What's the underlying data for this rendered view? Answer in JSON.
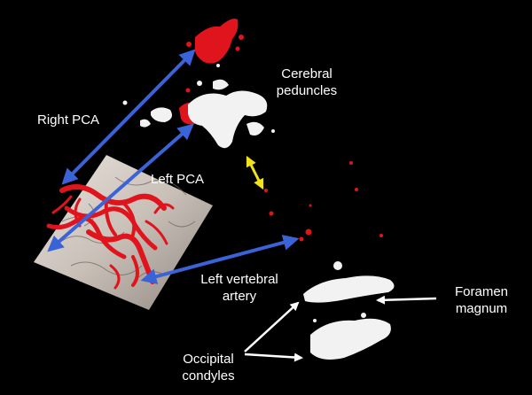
{
  "labels": {
    "cerebral_peduncles": [
      "Cerebral",
      "peduncles"
    ],
    "right_pca": "Right PCA",
    "left_pca": "Left PCA",
    "left_vertebral_artery": [
      "Left vertebral",
      "artery"
    ],
    "foramen_magnum": [
      "Foramen",
      "magnum"
    ],
    "occipital_condyles": [
      "Occipital",
      "condyles"
    ]
  },
  "colors": {
    "background": "#000000",
    "vessel_red": "#e0141c",
    "bone_white": "#f2f2f2",
    "pointer_blue": "#3b63d8",
    "pointer_yellow": "#f2e21a",
    "pointer_white": "#ffffff",
    "label_text": "#ffffff"
  }
}
